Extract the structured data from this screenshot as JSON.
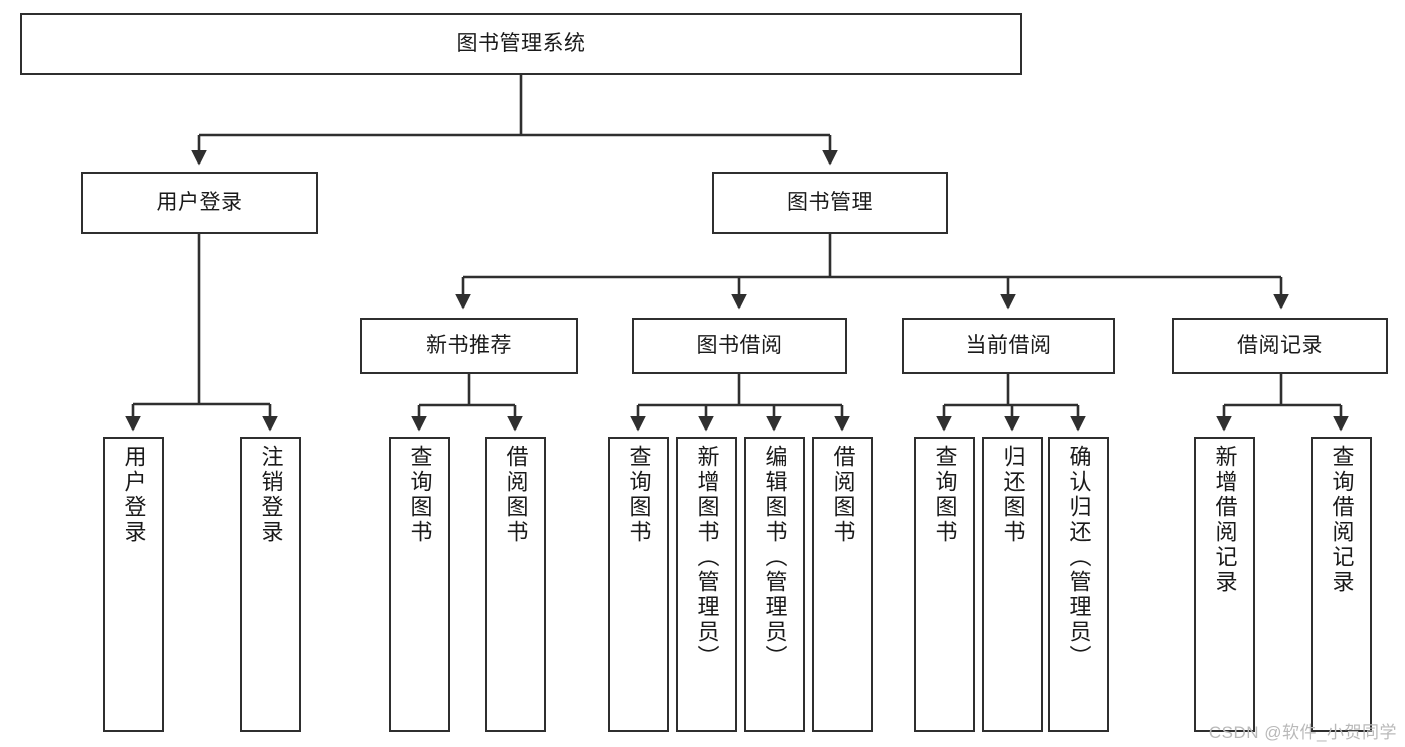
{
  "diagram": {
    "type": "tree-hierarchy",
    "title": "图书管理系统",
    "watermark": "CSDN @软件_小贺同学",
    "colors": {
      "box_border": "#2f2f2f",
      "box_fill": "#ffffff",
      "edge": "#2f2f2f",
      "text": "#1a1a1a",
      "watermark": "#b9b9b9",
      "background": "#ffffff"
    },
    "nodes": {
      "root": {
        "label": "图书管理系统",
        "level": 0
      },
      "user_login": {
        "label": "用户登录",
        "level": 1
      },
      "book_mgmt": {
        "label": "图书管理",
        "level": 1
      },
      "new_book_rec": {
        "label": "新书推荐",
        "level": 2
      },
      "book_borrow": {
        "label": "图书借阅",
        "level": 2
      },
      "current_borrow": {
        "label": "当前借阅",
        "level": 2
      },
      "borrow_record": {
        "label": "借阅记录",
        "level": 2
      },
      "leaf_user_login": {
        "label": "用户登录",
        "level": 3
      },
      "leaf_logout": {
        "label": "注销登录",
        "level": 3
      },
      "leaf_query_book_1": {
        "label": "查询图书",
        "level": 3
      },
      "leaf_borrow_book_1": {
        "label": "借阅图书",
        "level": 3
      },
      "leaf_query_book_2": {
        "label": "查询图书",
        "level": 3
      },
      "leaf_add_book": {
        "label": "新增图书（管理员）",
        "level": 3
      },
      "leaf_edit_book": {
        "label": "编辑图书（管理员）",
        "level": 3
      },
      "leaf_borrow_book_2": {
        "label": "借阅图书",
        "level": 3
      },
      "leaf_query_book_3": {
        "label": "查询图书",
        "level": 3
      },
      "leaf_return_book": {
        "label": "归还图书",
        "level": 3
      },
      "leaf_confirm_return": {
        "label": "确认归还（管理员）",
        "level": 3
      },
      "leaf_add_record": {
        "label": "新增借阅记录",
        "level": 3
      },
      "leaf_query_record": {
        "label": "查询借阅记录",
        "level": 3
      }
    },
    "edges": [
      {
        "from": "root",
        "to": "user_login"
      },
      {
        "from": "root",
        "to": "book_mgmt"
      },
      {
        "from": "book_mgmt",
        "to": "new_book_rec"
      },
      {
        "from": "book_mgmt",
        "to": "book_borrow"
      },
      {
        "from": "book_mgmt",
        "to": "current_borrow"
      },
      {
        "from": "book_mgmt",
        "to": "borrow_record"
      },
      {
        "from": "user_login",
        "to": "leaf_user_login"
      },
      {
        "from": "user_login",
        "to": "leaf_logout"
      },
      {
        "from": "new_book_rec",
        "to": "leaf_query_book_1"
      },
      {
        "from": "new_book_rec",
        "to": "leaf_borrow_book_1"
      },
      {
        "from": "book_borrow",
        "to": "leaf_query_book_2"
      },
      {
        "from": "book_borrow",
        "to": "leaf_add_book"
      },
      {
        "from": "book_borrow",
        "to": "leaf_edit_book"
      },
      {
        "from": "book_borrow",
        "to": "leaf_borrow_book_2"
      },
      {
        "from": "current_borrow",
        "to": "leaf_query_book_3"
      },
      {
        "from": "current_borrow",
        "to": "leaf_return_book"
      },
      {
        "from": "current_borrow",
        "to": "leaf_confirm_return"
      },
      {
        "from": "borrow_record",
        "to": "leaf_add_record"
      },
      {
        "from": "borrow_record",
        "to": "leaf_query_record"
      }
    ]
  }
}
